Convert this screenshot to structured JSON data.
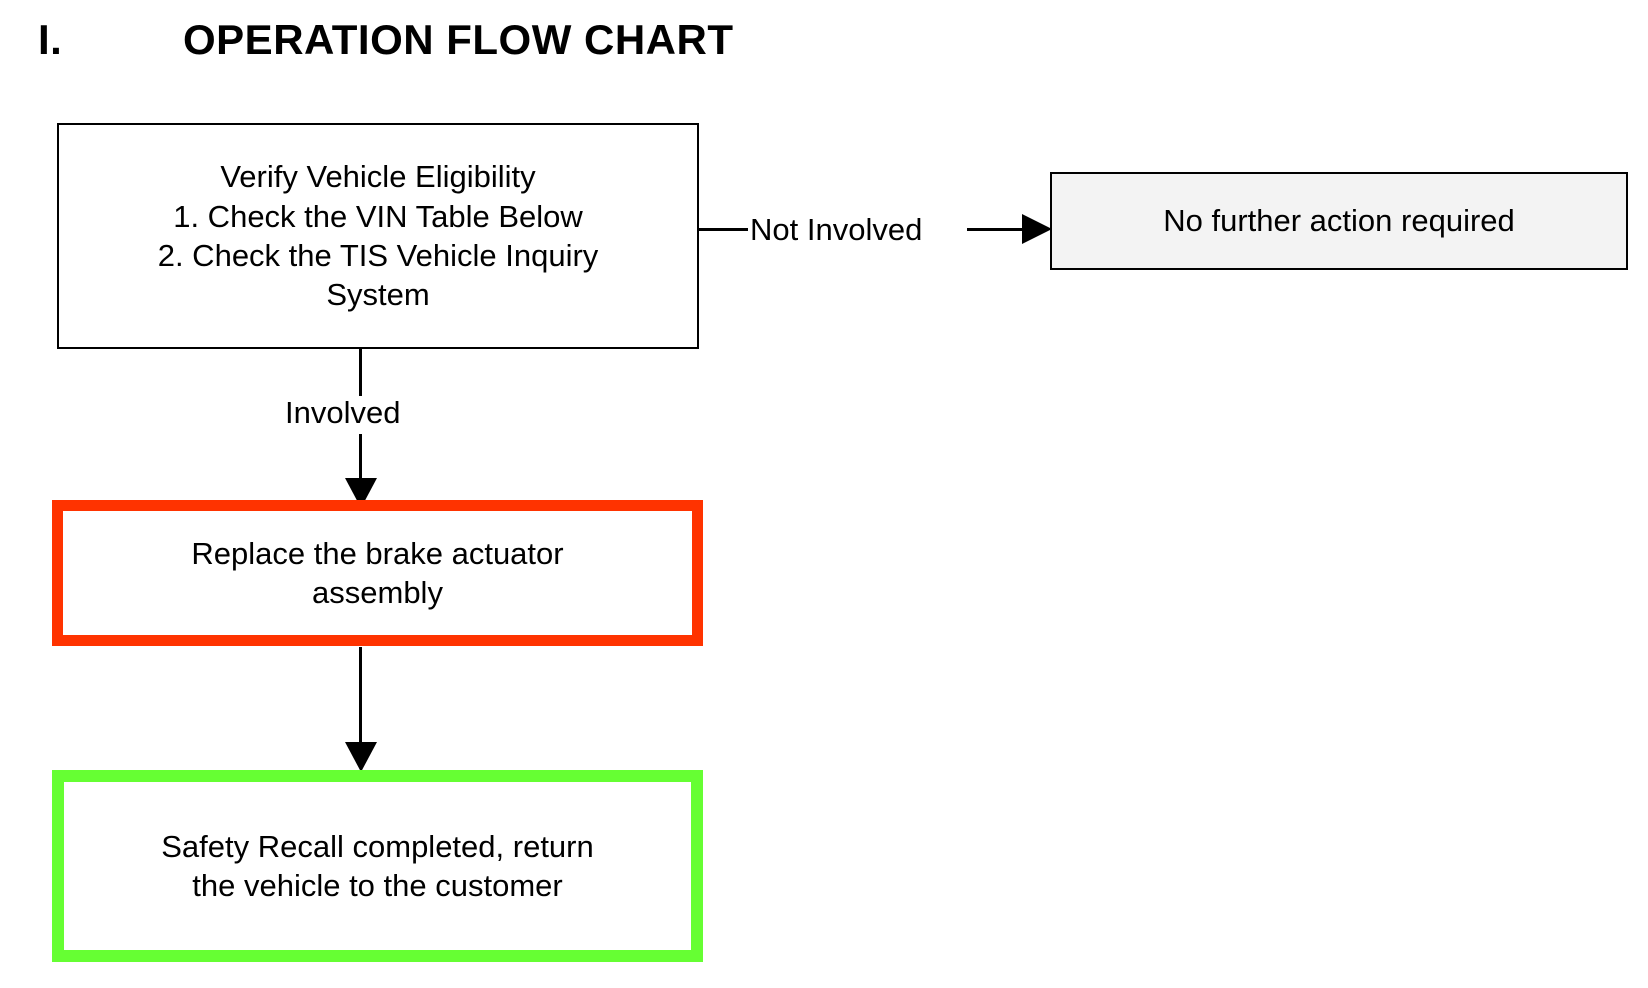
{
  "page": {
    "background": "#ffffff",
    "text_color": "#000000"
  },
  "heading": {
    "numeral": "I.",
    "text": "OPERATION FLOW CHART"
  },
  "chart_data": {
    "type": "diagram",
    "title": "OPERATION FLOW CHART",
    "nodes": [
      {
        "id": "verify-eligibility",
        "label": "Verify Vehicle Eligibility\n1. Check the VIN Table Below\n2. Check the TIS Vehicle Inquiry\nSystem",
        "fill": "#ffffff",
        "border_color": "#000000",
        "border_width": 2
      },
      {
        "id": "no-further-action",
        "label": "No further action required",
        "fill": "#f3f3f3",
        "border_color": "#000000",
        "border_width": 2
      },
      {
        "id": "replace-actuator",
        "label": "Replace the brake actuator\nassembly",
        "fill": "#ffffff",
        "border_color": "#ff3300",
        "border_width": 11
      },
      {
        "id": "recall-completed",
        "label": "Safety Recall completed, return\nthe vehicle to the customer",
        "fill": "#ffffff",
        "border_color": "#66ff33",
        "border_width": 12
      }
    ],
    "edges": [
      {
        "from": "verify-eligibility",
        "to": "no-further-action",
        "label": "Not Involved",
        "direction": "right"
      },
      {
        "from": "verify-eligibility",
        "to": "replace-actuator",
        "label": "Involved",
        "direction": "down"
      },
      {
        "from": "replace-actuator",
        "to": "recall-completed",
        "label": "",
        "direction": "down"
      }
    ]
  },
  "nodes": {
    "verify_eligibility": "Verify Vehicle Eligibility\n1. Check the VIN Table Below\n2. Check the TIS Vehicle Inquiry\nSystem",
    "no_further_action": "No further action required",
    "replace_actuator": "Replace the brake actuator\nassembly",
    "recall_completed": "Safety Recall completed, return\nthe vehicle to the customer"
  },
  "edge_labels": {
    "not_involved": "Not Involved",
    "involved": "Involved"
  },
  "colors": {
    "red_border": "#ff3300",
    "green_border": "#66ff33",
    "gray_fill": "#f3f3f3",
    "line": "#000000"
  }
}
